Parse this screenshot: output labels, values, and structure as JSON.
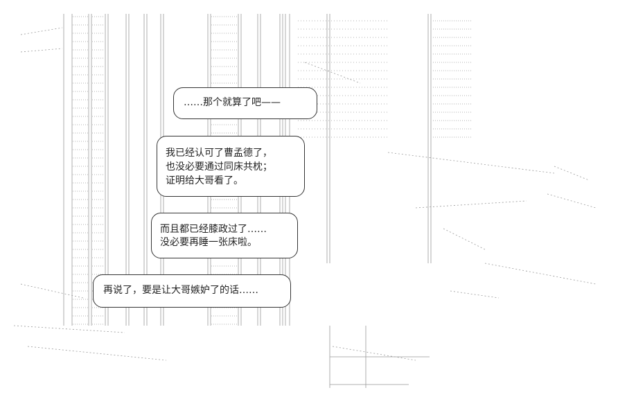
{
  "bubbles": [
    {
      "lines": [
        "……那个就算了吧——"
      ]
    },
    {
      "lines": [
        "我已经认可了曹孟德了，",
        "也没必要通过同床共枕；",
        "证明给大哥看了。"
      ]
    },
    {
      "lines": [
        "而且都已经膝政过了……",
        "没必要再睡一张床啦。"
      ]
    },
    {
      "lines": [
        "再说了，要是让大哥嫉妒了的话……"
      ]
    }
  ],
  "colors": {
    "ink": "#333333",
    "faint": "#9a9a9a",
    "background": "#ffffff"
  }
}
